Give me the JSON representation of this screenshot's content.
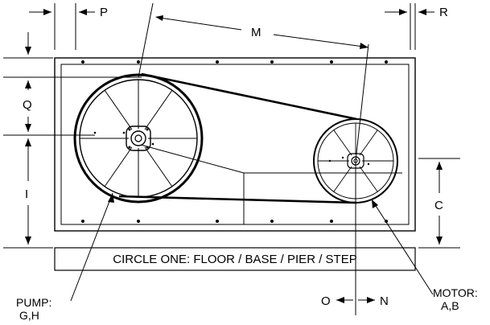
{
  "dimensions": {
    "P": "P",
    "M": "M",
    "R": "R",
    "Q": "Q",
    "I": "I",
    "C": "C",
    "O": "O",
    "N": "N"
  },
  "base_label": "CIRCLE ONE: FLOOR / BASE / PIER / STEP",
  "pump_label": [
    "PUMP:",
    "G,H"
  ],
  "motor_label": [
    "MOTOR:",
    "A,B"
  ],
  "colors": {
    "line": "#000000",
    "background": "#ffffff"
  }
}
